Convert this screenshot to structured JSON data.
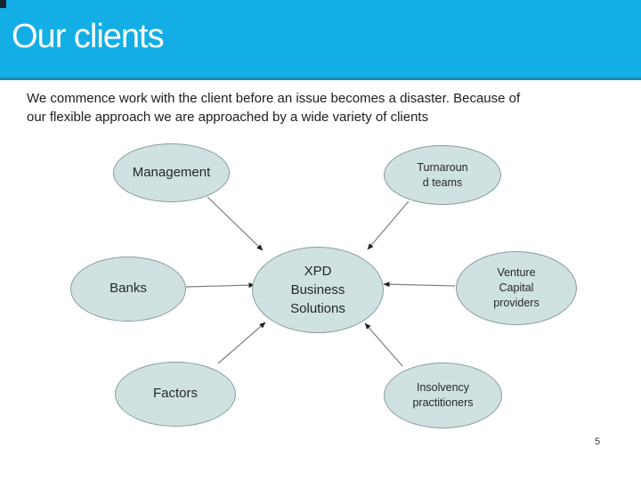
{
  "slide": {
    "header": {
      "title": "Our clients",
      "bg_color": "#14aee6",
      "underline_color": "#1b8ab6",
      "title_color": "#ffffff"
    },
    "intro": "We commence work with the client before an issue becomes a disaster. Because of\nour flexible approach we are approached by a wide variety of clients",
    "page_number": "5"
  },
  "diagram": {
    "type": "radial",
    "node_fill": "#cfe2e1",
    "node_border": "#8a9ba3",
    "label_color": "#26262e",
    "center_node": {
      "id": "center",
      "label": "XPD\nBusiness\nSolutions"
    },
    "nodes": [
      {
        "id": "management",
        "label": "Management"
      },
      {
        "id": "turnaround-teams",
        "label": "Turnaroun\nd teams"
      },
      {
        "id": "banks",
        "label": "Banks"
      },
      {
        "id": "venture-capital-providers",
        "label": "Venture\nCapital\nproviders"
      },
      {
        "id": "factors",
        "label": "Factors"
      },
      {
        "id": "insolvency-practitioners",
        "label": "Insolvency\npractitioners"
      }
    ],
    "edges": [
      {
        "from": "management",
        "to": "center"
      },
      {
        "from": "turnaround-teams",
        "to": "center"
      },
      {
        "from": "banks",
        "to": "center"
      },
      {
        "from": "venture-capital-providers",
        "to": "center"
      },
      {
        "from": "factors",
        "to": "center"
      },
      {
        "from": "insolvency-practitioners",
        "to": "center"
      }
    ]
  }
}
